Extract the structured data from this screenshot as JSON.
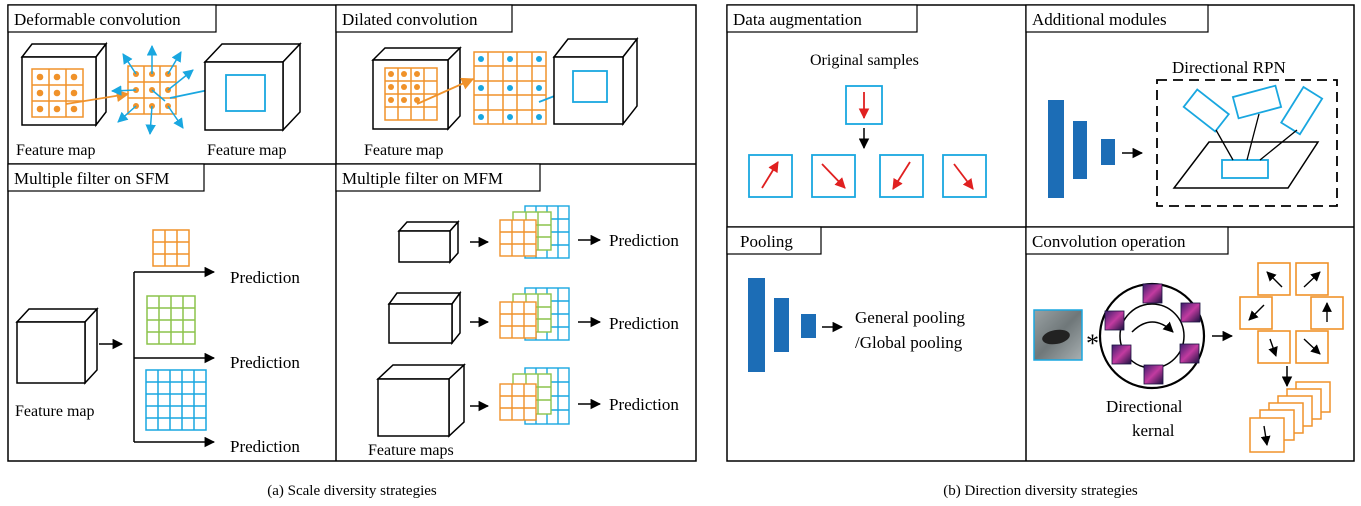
{
  "colors": {
    "orange": "#f0922a",
    "blue": "#19a7e0",
    "green": "#8cc34b",
    "red": "#e02020",
    "darkblue": "#1c6db6",
    "black": "#000000"
  },
  "left_panel": {
    "caption": "(a) Scale diversity strategies",
    "deformable": {
      "title": "Deformable convolution",
      "label_left": "Feature map",
      "label_right": "Feature map"
    },
    "dilated": {
      "title": "Dilated convolution",
      "label": "Feature map"
    },
    "sfm": {
      "title": "Multiple filter on SFM",
      "label": "Feature map",
      "outputs": [
        "Prediction",
        "Prediction",
        "Prediction"
      ]
    },
    "mfm": {
      "title": "Multiple filter on MFM",
      "label": "Feature maps",
      "outputs": [
        "Prediction",
        "Prediction",
        "Prediction"
      ]
    }
  },
  "right_panel": {
    "caption": "(b) Direction diversity strategies",
    "augmentation": {
      "title": "Data augmentation",
      "label": "Original samples"
    },
    "modules": {
      "title": "Additional modules",
      "label": "Directional RPN"
    },
    "pooling": {
      "title": "Pooling",
      "label_line1": "General pooling",
      "label_line2": "/Global pooling"
    },
    "convolution": {
      "title": "Convolution operation",
      "operator": "*",
      "kernel_line1": "Directional",
      "kernel_line2": "kernal"
    }
  }
}
